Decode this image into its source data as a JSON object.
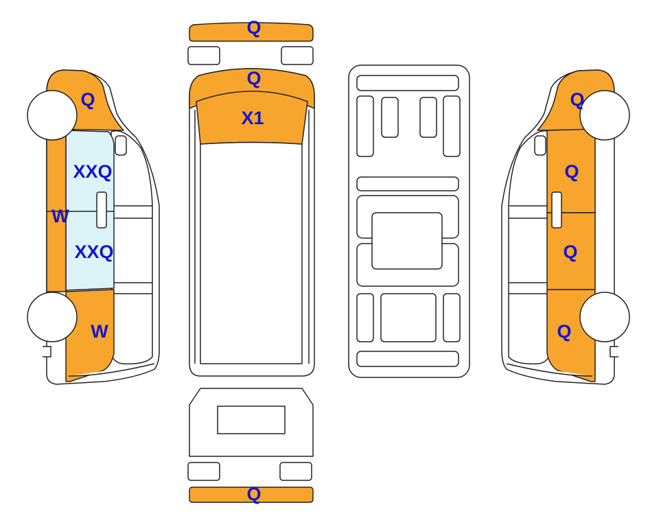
{
  "colors": {
    "damaged_panel": "#F7A52D",
    "glass_panel": "#DDF3FA",
    "outline": "#222222",
    "label": "#1515CC",
    "body_fill": "#FFFFFF"
  },
  "views": [
    "left-side",
    "front",
    "top",
    "underside",
    "right-side",
    "rear"
  ],
  "markers": {
    "front_bumper": "Q",
    "hood": "Q",
    "windshield": "X1",
    "left_front_fender": "Q",
    "left_front_glass": "XXQ",
    "left_rear_glass": "XXQ",
    "left_rocker": "W",
    "left_rear_quarter": "W",
    "right_front_fender": "Q",
    "right_front_door": "Q",
    "right_rear_door": "Q",
    "right_rear_quarter": "Q",
    "rear_bumper": "Q"
  }
}
